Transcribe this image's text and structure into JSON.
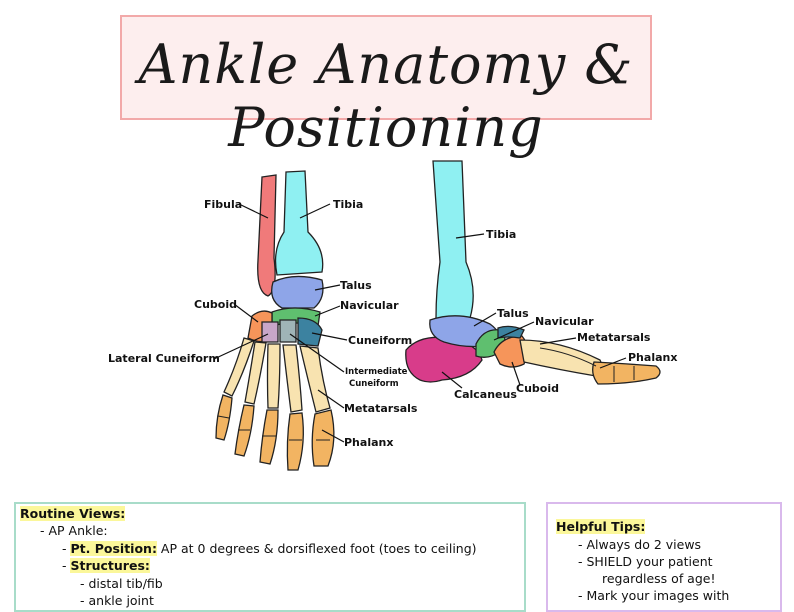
{
  "title": "Ankle Anatomy & Positioning",
  "ap_view_labels": {
    "fibula": "Fibula",
    "tibia": "Tibia",
    "talus": "Talus",
    "navicular": "Navicular",
    "cuboid": "Cuboid",
    "cuneiform": "Cuneiform",
    "lateral_cuneiform": "Lateral Cuneiform",
    "intermediate_cuneiform_1": "Intermediate",
    "intermediate_cuneiform_2": "Cuneiform",
    "metatarsals": "Metatarsals",
    "phalanx": "Phalanx"
  },
  "lateral_view_labels": {
    "tibia": "Tibia",
    "talus": "Talus",
    "navicular": "Navicular",
    "metatarsals": "Metatarsals",
    "phalanx": "Phalanx",
    "calcaneus": "Calcaneus",
    "cuboid": "Cuboid"
  },
  "routine_views": {
    "heading": "Routine Views:",
    "ap_ankle": "- AP Ankle:",
    "pt_position_label": "Pt. Position:",
    "pt_position_text": " AP at 0 degrees & dorsiflexed foot (toes to ceiling)",
    "structures_label": "Structures:",
    "structure_1": "- distal tib/fib",
    "structure_2": "- ankle joint"
  },
  "helpful_tips": {
    "heading": "Helpful Tips:",
    "tip_1": "- Always do 2 views",
    "tip_2a": "- SHIELD your patient",
    "tip_2b": "regardless of age!",
    "tip_3": "- Mark your images with"
  },
  "colors": {
    "title_bg": "#fdeeee",
    "title_border": "#f2a9a9",
    "routine_border": "#a8dcc9",
    "tips_border": "#d9b9ec",
    "highlight": "#fbf79a",
    "tibia": "#8ff0f2",
    "fibula": "#f07a7a",
    "talus": "#8ea5e8",
    "navicular": "#5fbf6f",
    "cuboid": "#f6955a",
    "calcaneus": "#d83c8a",
    "metatarsals": "#f8e3b0",
    "phalanx": "#f2b462"
  }
}
